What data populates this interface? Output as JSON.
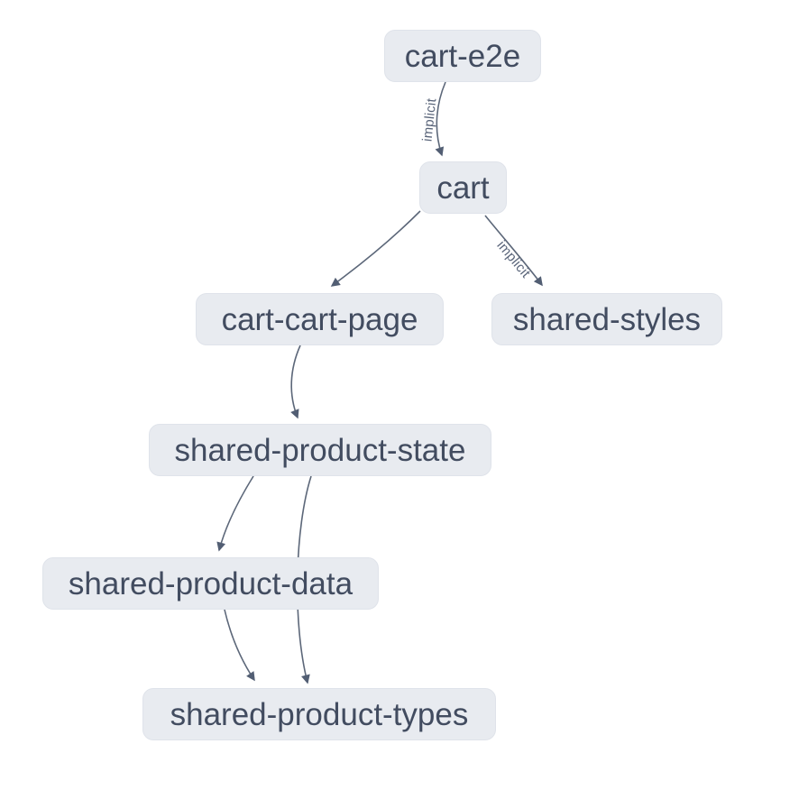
{
  "diagram": {
    "kind": "dependency-graph",
    "nodes": [
      {
        "id": "cart-e2e",
        "label": "cart-e2e"
      },
      {
        "id": "cart",
        "label": "cart"
      },
      {
        "id": "cart-cart-page",
        "label": "cart-cart-page"
      },
      {
        "id": "shared-styles",
        "label": "shared-styles"
      },
      {
        "id": "shared-product-state",
        "label": "shared-product-state"
      },
      {
        "id": "shared-product-data",
        "label": "shared-product-data"
      },
      {
        "id": "shared-product-types",
        "label": "shared-product-types"
      }
    ],
    "edges": [
      {
        "from": "cart-e2e",
        "to": "cart",
        "label": "implicit"
      },
      {
        "from": "cart",
        "to": "cart-cart-page",
        "label": ""
      },
      {
        "from": "cart",
        "to": "shared-styles",
        "label": "implicit"
      },
      {
        "from": "cart-cart-page",
        "to": "shared-product-state",
        "label": ""
      },
      {
        "from": "shared-product-state",
        "to": "shared-product-data",
        "label": ""
      },
      {
        "from": "shared-product-state",
        "to": "shared-product-types",
        "label": ""
      },
      {
        "from": "shared-product-data",
        "to": "shared-product-types",
        "label": ""
      }
    ],
    "colors": {
      "background": "#ffffff",
      "node_fill": "#e8ebf0",
      "node_border": "#dfe3ea",
      "node_text": "#424c60",
      "edge_stroke": "#5c6779",
      "edge_label": "#5a657a"
    }
  }
}
